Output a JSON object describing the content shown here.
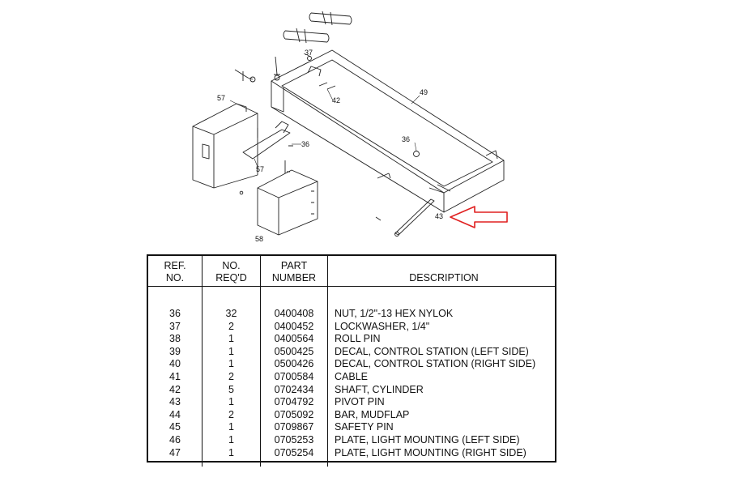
{
  "diagram": {
    "callouts": [
      "37",
      "42",
      "49",
      "57",
      "36",
      "36",
      "57",
      "43",
      "58"
    ],
    "arrow_color": "#e02020"
  },
  "table": {
    "headers": {
      "ref": "REF.\nNO.",
      "qty": "NO.\nREQ'D",
      "part": "PART\nNUMBER",
      "desc": "DESCRIPTION"
    },
    "rows": [
      {
        "ref": "36",
        "qty": "32",
        "part": "0400408",
        "desc": "NUT, 1/2\"-13 HEX NYLOK"
      },
      {
        "ref": "37",
        "qty": "2",
        "part": "0400452",
        "desc": "LOCKWASHER, 1/4\""
      },
      {
        "ref": "38",
        "qty": "1",
        "part": "0400564",
        "desc": "ROLL PIN"
      },
      {
        "ref": "39",
        "qty": "1",
        "part": "0500425",
        "desc": "DECAL, CONTROL STATION (LEFT SIDE)"
      },
      {
        "ref": "40",
        "qty": "1",
        "part": "0500426",
        "desc": "DECAL, CONTROL STATION (RIGHT SIDE)"
      },
      {
        "ref": "41",
        "qty": "2",
        "part": "0700584",
        "desc": "CABLE"
      },
      {
        "ref": "42",
        "qty": "5",
        "part": "0702434",
        "desc": "SHAFT, CYLINDER"
      },
      {
        "ref": "43",
        "qty": "1",
        "part": "0704792",
        "desc": "PIVOT PIN"
      },
      {
        "ref": "44",
        "qty": "2",
        "part": "0705092",
        "desc": "BAR, MUDFLAP"
      },
      {
        "ref": "45",
        "qty": "1",
        "part": "0709867",
        "desc": "SAFETY PIN"
      },
      {
        "ref": "46",
        "qty": "1",
        "part": "0705253",
        "desc": "PLATE, LIGHT MOUNTING (LEFT SIDE)"
      },
      {
        "ref": "47",
        "qty": "1",
        "part": "0705254",
        "desc": "PLATE, LIGHT MOUNTING (RIGHT SIDE)"
      }
    ]
  }
}
